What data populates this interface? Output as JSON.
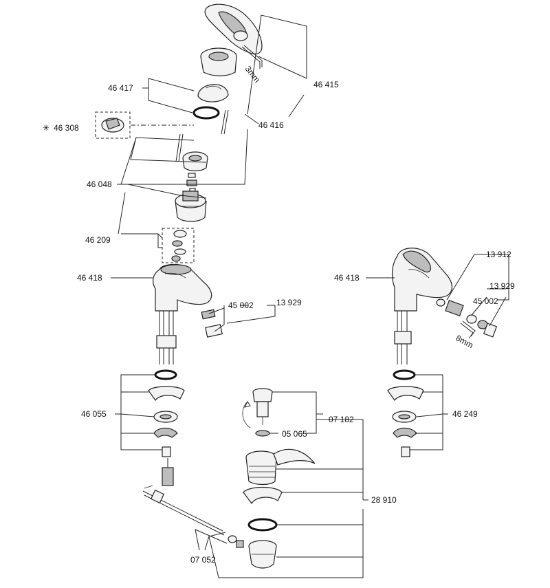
{
  "labels": {
    "p46415": "46 415",
    "p46416": "46 416",
    "p46417": "46 417",
    "p46308": "46 308",
    "p46308_mark": "✳",
    "p46048": "46 048",
    "p46209": "46 209",
    "p46418_left": "46 418",
    "p45002_left": "45 002",
    "p13929_left": "13 929",
    "p46055": "46 055",
    "p07182": "07 182",
    "p05065": "05 065",
    "p28910": "28 910",
    "p07052": "07 052",
    "p46418_right": "46 418",
    "p13912": "13 912",
    "p13929_right": "13 929",
    "p45002_right": "45 002",
    "p46249": "46 249",
    "tool_3mm": "3mm",
    "tool_8mm": "8mm"
  }
}
